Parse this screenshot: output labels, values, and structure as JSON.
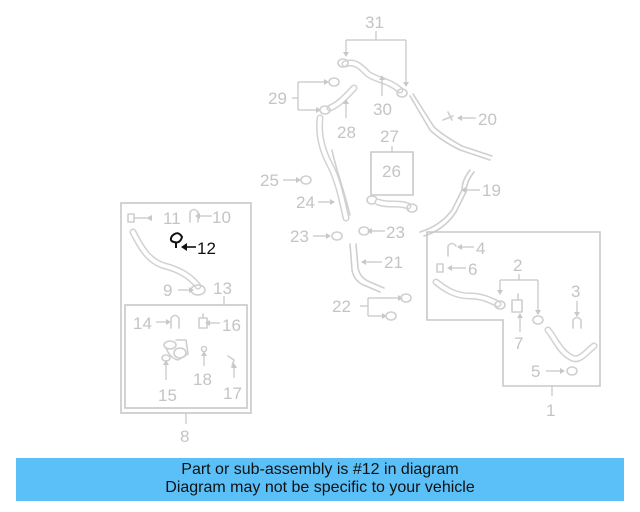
{
  "diagram": {
    "highlighted_part": "12",
    "labels": {
      "p1": "1",
      "p2": "2",
      "p3": "3",
      "p4": "4",
      "p5": "5",
      "p6": "6",
      "p7": "7",
      "p8": "8",
      "p9": "9",
      "p10": "10",
      "p11": "11",
      "p12": "12",
      "p13": "13",
      "p14": "14",
      "p15": "15",
      "p16": "16",
      "p17": "17",
      "p18": "18",
      "p19": "19",
      "p20": "20",
      "p21": "21",
      "p22": "22",
      "p23a": "23",
      "p23b": "23",
      "p24": "24",
      "p25": "25",
      "p26": "26",
      "p27": "27",
      "p28": "28",
      "p29": "29",
      "p30": "30",
      "p31": "31"
    },
    "colors": {
      "highlight": "#111111",
      "part": "#c4c4c4",
      "banner": "#5bc0f8"
    }
  },
  "banner": {
    "line1": "Part or sub-assembly is #12 in diagram",
    "line2": "Diagram may not be specific to your vehicle"
  }
}
